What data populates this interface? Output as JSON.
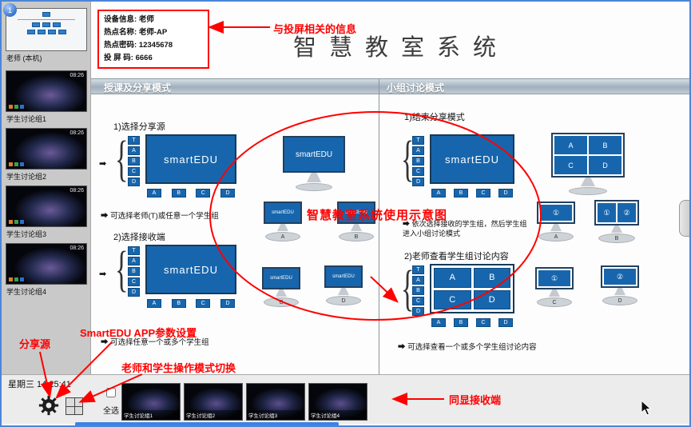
{
  "window": {
    "badge": "1"
  },
  "title": "智慧教室系统",
  "info_panel": {
    "rows": [
      {
        "label": "设备信息:",
        "value": "老师"
      },
      {
        "label": "热点名称:",
        "value": "老师-AP"
      },
      {
        "label": "热点密码:",
        "value": "12345678"
      },
      {
        "label": "投 屏 码:",
        "value": "6666"
      }
    ]
  },
  "sidebar": {
    "teacher_label": "老师 (本机)",
    "groups": [
      {
        "label": "学生讨论组1",
        "time": "08:26"
      },
      {
        "label": "学生讨论组2",
        "time": "08:26"
      },
      {
        "label": "学生讨论组3",
        "time": "08:26"
      },
      {
        "label": "学生讨论组4",
        "time": "08:26"
      }
    ]
  },
  "columns": {
    "left": {
      "header": "授课及分享模式",
      "step1": "1)选择分享源",
      "note1": "➡ 可选择老师(T)或任意一个学生组",
      "step2": "2)选择接收端",
      "note2": "➡ 可选择任意一个或多个学生组"
    },
    "right": {
      "header": "小组讨论模式",
      "step1": "1)结束分享模式",
      "note1": "➡ 依次选择接收的学生组，然后学生组进入小组讨论模式",
      "step2": "2)老师查看学生组讨论内容",
      "note2": "➡ 可选择查看一个或多个学生组讨论内容"
    }
  },
  "diagram": {
    "screen_label": "smartEDU",
    "selector": [
      "T",
      "A",
      "B",
      "C",
      "D"
    ],
    "outputs": [
      "A",
      "B",
      "C",
      "D"
    ],
    "quad": [
      "A",
      "B",
      "C",
      "D"
    ],
    "stand_labels": [
      "A",
      "B",
      "C",
      "D"
    ],
    "circled_one": "①",
    "circled_two": "②",
    "arrow_glyph": "➡",
    "brace_glyph": "{"
  },
  "annotations": {
    "info": "与投屏相关的信息",
    "ellipse": "智慧教室系统使用示意图",
    "share_source": "分享源",
    "app_settings": "SmartEDU APP参数设置",
    "mode_switch": "老师和学生操作模式切换",
    "receiver": "同显接收端"
  },
  "bottom_bar": {
    "clock": "星期三 14:25:41",
    "select_all": "全选",
    "thumbnails": [
      {
        "label": "学生讨论组1"
      },
      {
        "label": "学生讨论组2"
      },
      {
        "label": "学生讨论组3"
      },
      {
        "label": "学生讨论组4"
      }
    ]
  }
}
